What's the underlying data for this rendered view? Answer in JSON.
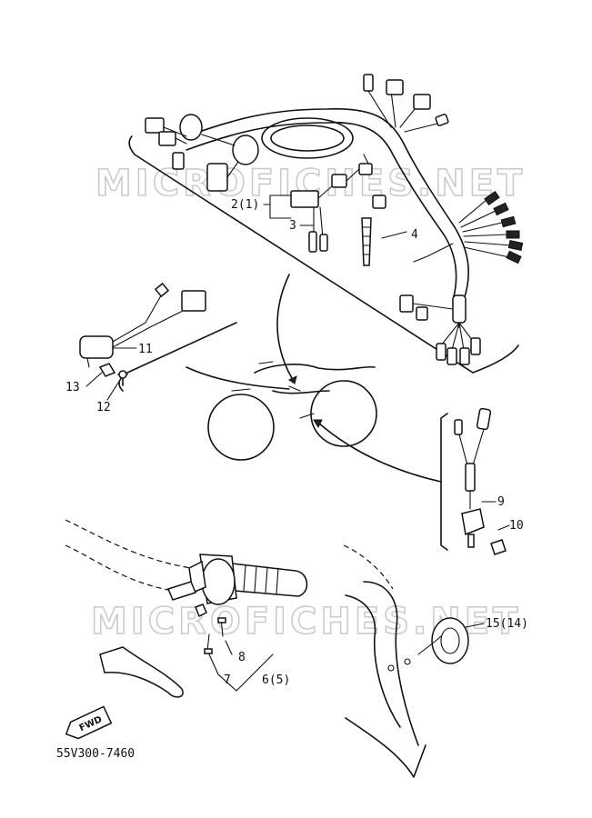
{
  "watermarks": [
    "MICROFICHES.NET",
    "MICROFICHES.NET"
  ],
  "callouts": {
    "c2": "2(1)",
    "c3": "3",
    "c4": "4",
    "c6": "6(5)",
    "c7": "7",
    "c8": "8",
    "c9": "9",
    "c10": "10",
    "c11": "11",
    "c12": "12",
    "c13": "13",
    "c15": "15(14)"
  },
  "fwd_label": "FWD",
  "part_number": "55V300-7460"
}
